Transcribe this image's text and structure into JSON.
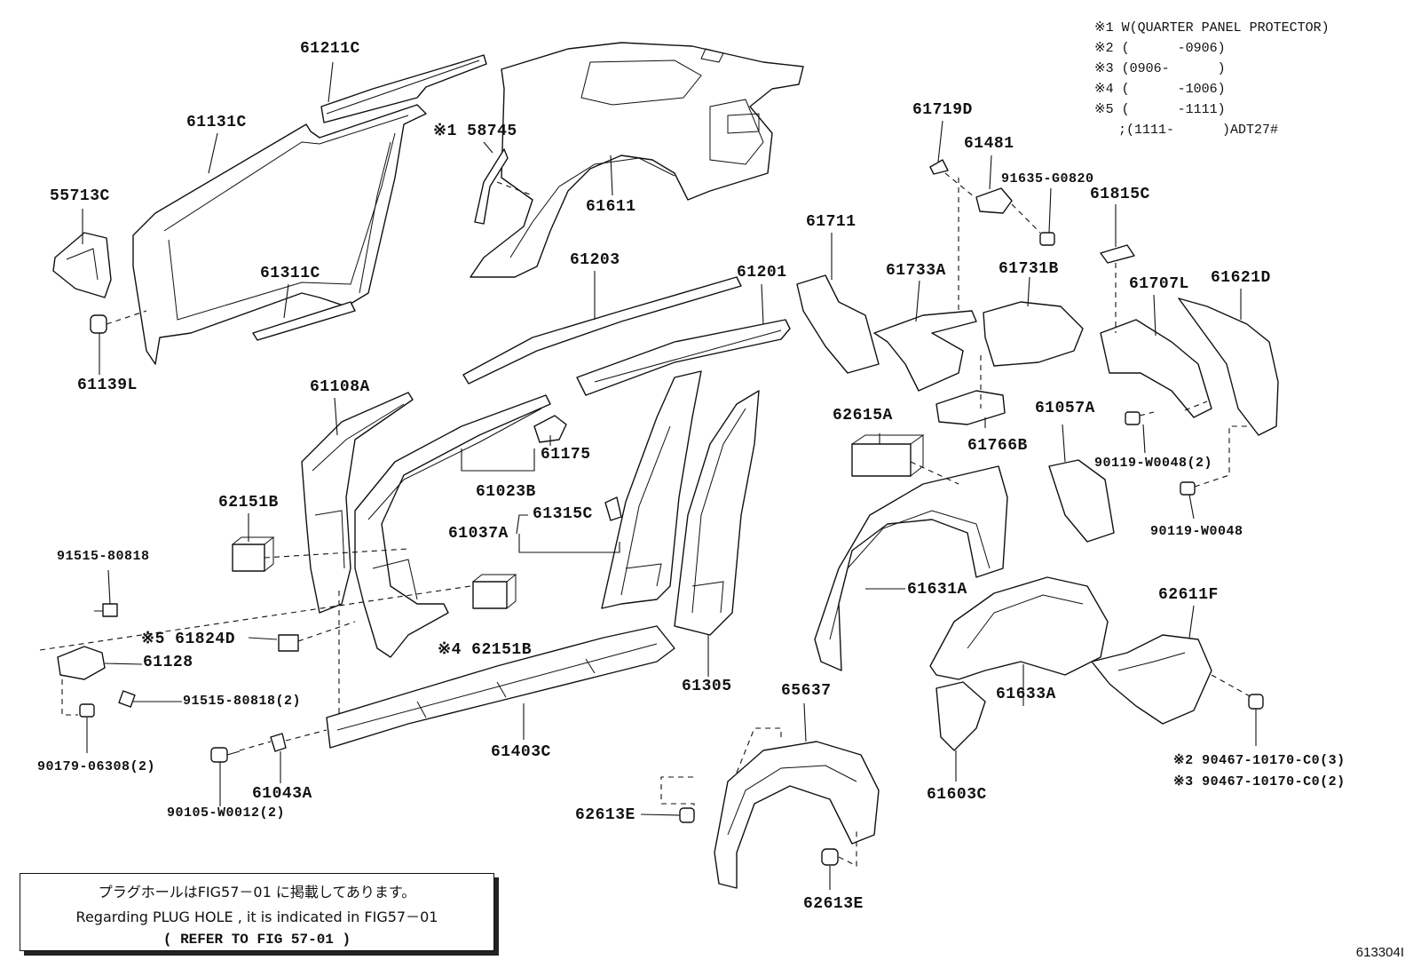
{
  "notes": [
    "※1 W(QUARTER PANEL PROTECTOR)",
    "※2 (      -0906)",
    "※3 (0906-      )",
    "※4 (      -1006)",
    "※5 (      -1111)",
    "   ;(1111-      )ADT27#"
  ],
  "labels": {
    "p61211C": "61211C",
    "p61131C": "61131C",
    "p55713C": "55713C",
    "p58745": "※1 58745",
    "p61611": "61611",
    "p61311C": "61311C",
    "p61139L": "61139L",
    "p61203": "61203",
    "p61201": "61201",
    "p61719D": "61719D",
    "p61481": "61481",
    "p91635": "91635-G0820",
    "p61815C": "61815C",
    "p61711": "61711",
    "p61733A": "61733A",
    "p61731B": "61731B",
    "p61707L": "61707L",
    "p61621D": "61621D",
    "p61108A": "61108A",
    "p61175": "61175",
    "p61023B": "61023B",
    "p62151B_a": "62151B",
    "p61315C": "61315C",
    "p61037A": "61037A",
    "p91515_a": "91515-80818",
    "p61824D": "※5 61824D",
    "p62151B_b": "※4 62151B",
    "p61128": "61128",
    "p91515_b": "91515-80818(2)",
    "p90179": "90179-06308(2)",
    "p61043A": "61043A",
    "p90105": "90105-W0012(2)",
    "p61403C": "61403C",
    "p61305": "61305",
    "p62615A": "62615A",
    "p61766B": "61766B",
    "p61057A": "61057A",
    "p90119_a": "90119-W0048(2)",
    "p90119_b": "90119-W0048",
    "p61631A": "61631A",
    "p62611F": "62611F",
    "p61633A": "61633A",
    "p65637": "65637",
    "p62613E_a": "62613E",
    "p62613E_b": "62613E",
    "p61603C": "61603C",
    "p90467_a": "※2 90467-10170-C0(3)",
    "p90467_b": "※3 90467-10170-C0(2)"
  },
  "note_box": {
    "line1": "プラグホールはFIG57－01 に掲載してあります。",
    "line2": "Regarding PLUG HOLE , it is indicated in FIG57－01",
    "line3": "(    REFER TO FIG 57-01  )"
  },
  "figure_id": "613304I"
}
